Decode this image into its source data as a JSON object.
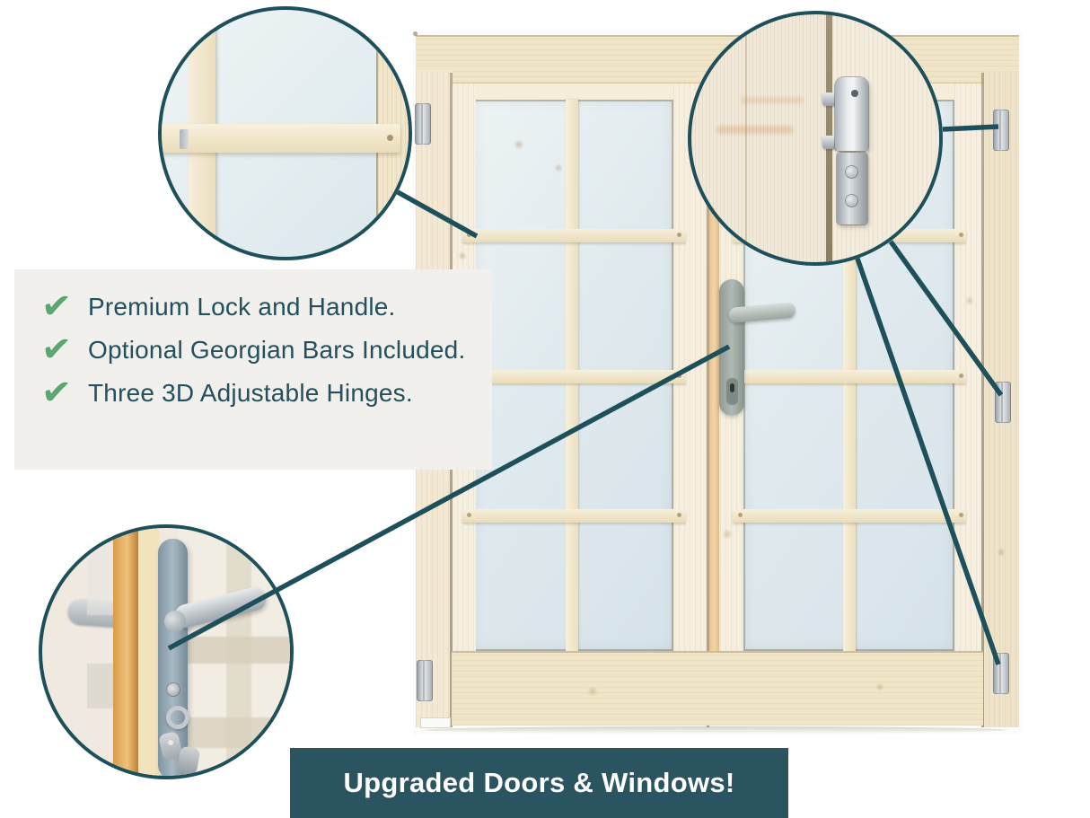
{
  "banner": {
    "text": "Upgraded Doors & Windows!"
  },
  "features": {
    "check_icon": "✔",
    "items": [
      {
        "text": "Premium Lock and Handle."
      },
      {
        "text": "Optional Georgian Bars Included."
      },
      {
        "text": "Three 3D Adjustable Hinges."
      }
    ]
  },
  "callouts": [
    {
      "name": "georgian-bars-detail"
    },
    {
      "name": "3d-adjustable-hinge-detail"
    },
    {
      "name": "premium-lock-and-handle-detail"
    }
  ],
  "colors": {
    "accent_teal": "#1e505b",
    "banner_background": "#2a5560",
    "banner_text": "#ffffff",
    "check_green": "#5ba86f",
    "feature_text": "#23505c",
    "feature_box_background": "#f2f0ec",
    "glass_blue": "#dfeaee",
    "wood_light": "#f3e9d3"
  }
}
